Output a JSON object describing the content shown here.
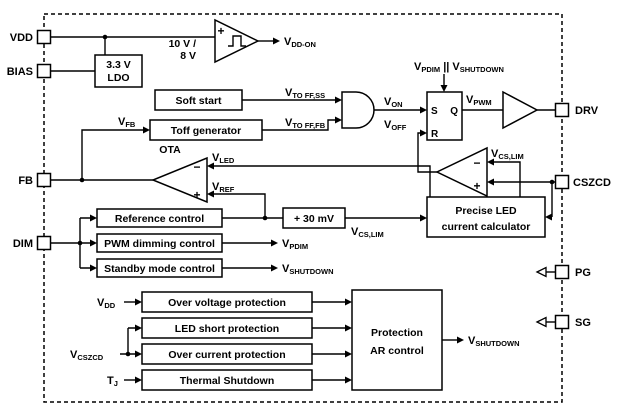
{
  "diagram": {
    "colors": {
      "line": "#000000",
      "background": "#ffffff"
    },
    "pins": {
      "vdd": "VDD",
      "bias": "BIAS",
      "fb": "FB",
      "dim": "DIM",
      "drv": "DRV",
      "cszcd": "CSZCD",
      "pg": "PG",
      "sg": "SG"
    },
    "blocks": {
      "ldo_line1": "3.3 V",
      "ldo_line2": "LDO",
      "soft_start": "Soft start",
      "toff_generator": "Toff generator",
      "reference_control": "Reference control",
      "pwm_dimming_control": "PWM dimming control",
      "standby_mode_control": "Standby mode control",
      "plus_30mv": "+ 30 mV",
      "over_voltage": "Over voltage protection",
      "led_short": "LED short protection",
      "over_current": "Over current protection",
      "thermal_shutdown": "Thermal Shutdown",
      "protection_line1": "Protection",
      "protection_line2": "AR control",
      "calculator_line1": "Precise LED",
      "calculator_line2": "current calculator"
    },
    "comparators": {
      "vdd_comp_plus": "+",
      "vdd_threshold_line1": "10 V /",
      "vdd_threshold_line2": "8 V",
      "ota_label": "OTA",
      "ota_minus": "−",
      "ota_plus": "+",
      "cs_minus": "−",
      "cs_plus": "+"
    },
    "latch": {
      "s": "S",
      "q": "Q",
      "r": "R"
    },
    "signals": {
      "vdd_on": {
        "t": "V",
        "s": "DD-ON"
      },
      "toff_ss": {
        "t": "V",
        "s": "TO FF,SS"
      },
      "toff_fb": {
        "t": "V",
        "s": "TO FF,FB"
      },
      "vfb": {
        "t": "V",
        "s": "FB"
      },
      "von": {
        "t": "V",
        "s": "ON"
      },
      "voff": {
        "t": "V",
        "s": "OFF"
      },
      "vpwm": {
        "t": "V",
        "s": "PWM"
      },
      "latch_set": {
        "t1": "V",
        "s1": "PDIM",
        "sep": " || ",
        "t2": "V",
        "s2": "SHUTDOWN"
      },
      "vled": {
        "t": "V",
        "s": "LED"
      },
      "vref": {
        "t": "V",
        "s": "REF"
      },
      "vcslim_comp": {
        "t": "V",
        "s": "CS,LIM"
      },
      "vcslim_offset": {
        "t": "V",
        "s": "CS,LIM"
      },
      "vpdim": {
        "t": "V",
        "s": "PDIM"
      },
      "vshutdown_standby": {
        "t": "V",
        "s": "SHUTDOWN"
      },
      "vdd_in": {
        "t": "V",
        "s": "DD"
      },
      "vcszcd_in": {
        "t": "V",
        "s": "CSZCD"
      },
      "tj": {
        "t": "T",
        "s": "J"
      },
      "vshutdown_out": {
        "t": "V",
        "s": "SHUTDOWN"
      }
    }
  }
}
